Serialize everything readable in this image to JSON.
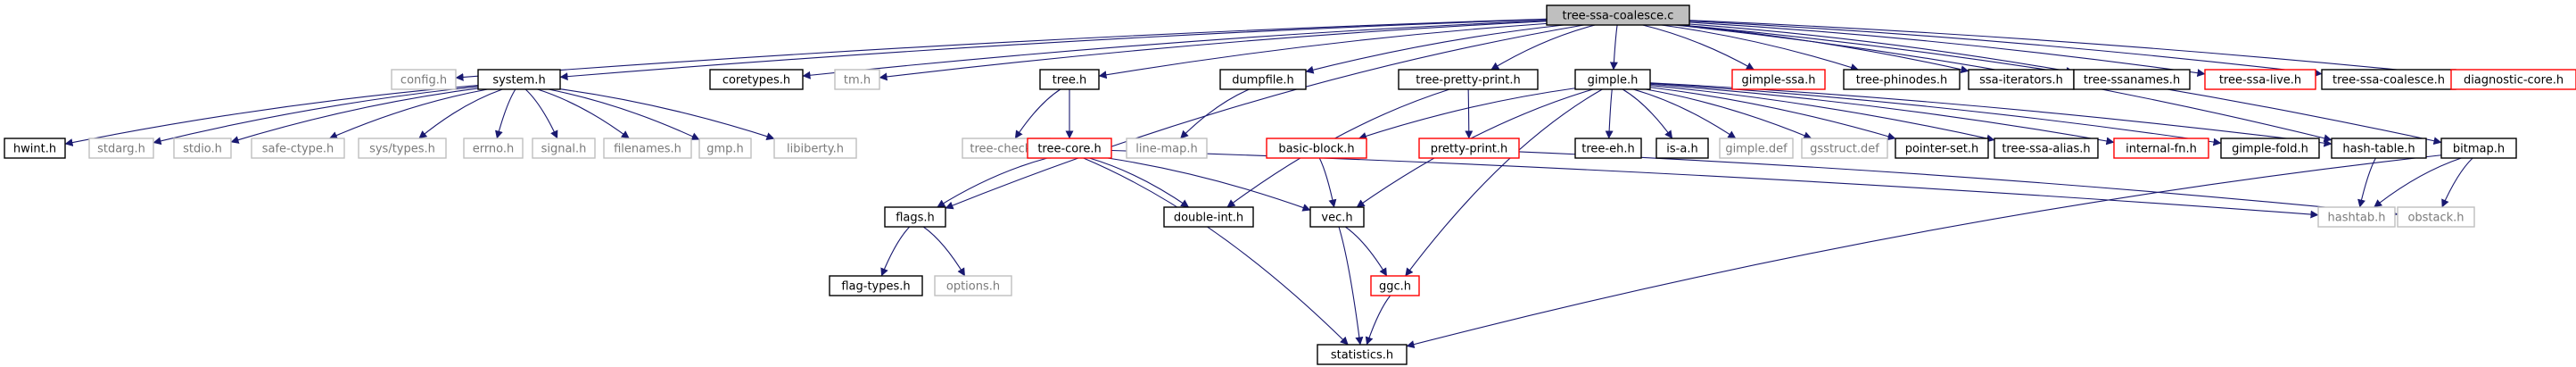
{
  "colors": {
    "edge": "#191970",
    "root_fill": "#bfbfbf",
    "border_black": "#000000",
    "border_red": "#ff0000",
    "border_gray": "#bfbfbf",
    "text_gray": "#7a7a7a"
  },
  "nodes": {
    "tree-ssa-coalesce-c": {
      "label": "tree-ssa-coalesce.c",
      "style": "root"
    },
    "config-h": {
      "label": "config.h",
      "style": "gray"
    },
    "system-h": {
      "label": "system.h",
      "style": "black"
    },
    "coretypes-h": {
      "label": "coretypes.h",
      "style": "black"
    },
    "tm-h": {
      "label": "tm.h",
      "style": "gray"
    },
    "tree-h": {
      "label": "tree.h",
      "style": "black"
    },
    "dumpfile-h": {
      "label": "dumpfile.h",
      "style": "black"
    },
    "tree-pretty-print-h": {
      "label": "tree-pretty-print.h",
      "style": "black"
    },
    "gimple-h": {
      "label": "gimple.h",
      "style": "black"
    },
    "gimple-ssa-h": {
      "label": "gimple-ssa.h",
      "style": "red"
    },
    "tree-phinodes-h": {
      "label": "tree-phinodes.h",
      "style": "black"
    },
    "ssa-iterators-h": {
      "label": "ssa-iterators.h",
      "style": "black"
    },
    "tree-ssanames-h": {
      "label": "tree-ssanames.h",
      "style": "black"
    },
    "tree-ssa-live-h": {
      "label": "tree-ssa-live.h",
      "style": "red"
    },
    "tree-ssa-coalesce-h": {
      "label": "tree-ssa-coalesce.h",
      "style": "black"
    },
    "diagnostic-core-h": {
      "label": "diagnostic-core.h",
      "style": "red"
    },
    "hwint-h": {
      "label": "hwint.h",
      "style": "black"
    },
    "stdarg-h": {
      "label": "stdarg.h",
      "style": "gray"
    },
    "stdio-h": {
      "label": "stdio.h",
      "style": "gray"
    },
    "safe-ctype-h": {
      "label": "safe-ctype.h",
      "style": "gray"
    },
    "sys-types-h": {
      "label": "sys/types.h",
      "style": "gray"
    },
    "errno-h": {
      "label": "errno.h",
      "style": "gray"
    },
    "signal-h": {
      "label": "signal.h",
      "style": "gray"
    },
    "filenames-h": {
      "label": "filenames.h",
      "style": "gray"
    },
    "gmp-h": {
      "label": "gmp.h",
      "style": "gray"
    },
    "libiberty-h": {
      "label": "libiberty.h",
      "style": "gray"
    },
    "tree-check-h": {
      "label": "tree-check.h",
      "style": "gray"
    },
    "tree-core-h": {
      "label": "tree-core.h",
      "style": "red"
    },
    "line-map-h": {
      "label": "line-map.h",
      "style": "gray"
    },
    "basic-block-h": {
      "label": "basic-block.h",
      "style": "red"
    },
    "pretty-print-h": {
      "label": "pretty-print.h",
      "style": "red"
    },
    "tree-eh-h": {
      "label": "tree-eh.h",
      "style": "black"
    },
    "is-a-h": {
      "label": "is-a.h",
      "style": "black"
    },
    "gimple-def": {
      "label": "gimple.def",
      "style": "gray"
    },
    "gsstruct-def": {
      "label": "gsstruct.def",
      "style": "gray"
    },
    "pointer-set-h": {
      "label": "pointer-set.h",
      "style": "black"
    },
    "tree-ssa-alias-h": {
      "label": "tree-ssa-alias.h",
      "style": "black"
    },
    "internal-fn-h": {
      "label": "internal-fn.h",
      "style": "red"
    },
    "gimple-fold-h": {
      "label": "gimple-fold.h",
      "style": "black"
    },
    "hash-table-h": {
      "label": "hash-table.h",
      "style": "black"
    },
    "bitmap-h": {
      "label": "bitmap.h",
      "style": "black"
    },
    "flags-h": {
      "label": "flags.h",
      "style": "black"
    },
    "double-int-h": {
      "label": "double-int.h",
      "style": "black"
    },
    "vec-h": {
      "label": "vec.h",
      "style": "black"
    },
    "hashtab-h": {
      "label": "hashtab.h",
      "style": "gray"
    },
    "obstack-h": {
      "label": "obstack.h",
      "style": "gray"
    },
    "flag-types-h": {
      "label": "flag-types.h",
      "style": "black"
    },
    "options-h": {
      "label": "options.h",
      "style": "gray"
    },
    "ggc-h": {
      "label": "ggc.h",
      "style": "red"
    },
    "statistics-h": {
      "label": "statistics.h",
      "style": "black"
    }
  },
  "edges": [
    [
      "tree-ssa-coalesce-c",
      "config-h"
    ],
    [
      "tree-ssa-coalesce-c",
      "system-h"
    ],
    [
      "tree-ssa-coalesce-c",
      "coretypes-h"
    ],
    [
      "tree-ssa-coalesce-c",
      "tm-h"
    ],
    [
      "tree-ssa-coalesce-c",
      "tree-h"
    ],
    [
      "tree-ssa-coalesce-c",
      "dumpfile-h"
    ],
    [
      "tree-ssa-coalesce-c",
      "tree-pretty-print-h"
    ],
    [
      "tree-ssa-coalesce-c",
      "gimple-h"
    ],
    [
      "tree-ssa-coalesce-c",
      "gimple-ssa-h"
    ],
    [
      "tree-ssa-coalesce-c",
      "tree-phinodes-h"
    ],
    [
      "tree-ssa-coalesce-c",
      "ssa-iterators-h"
    ],
    [
      "tree-ssa-coalesce-c",
      "tree-ssanames-h"
    ],
    [
      "tree-ssa-coalesce-c",
      "tree-ssa-live-h"
    ],
    [
      "tree-ssa-coalesce-c",
      "tree-ssa-coalesce-h"
    ],
    [
      "tree-ssa-coalesce-c",
      "diagnostic-core-h"
    ],
    [
      "tree-ssa-coalesce-c",
      "flags-h"
    ],
    [
      "tree-ssa-coalesce-c",
      "hash-table-h"
    ],
    [
      "tree-ssa-coalesce-c",
      "bitmap-h"
    ],
    [
      "system-h",
      "hwint-h"
    ],
    [
      "system-h",
      "stdarg-h"
    ],
    [
      "system-h",
      "stdio-h"
    ],
    [
      "system-h",
      "safe-ctype-h"
    ],
    [
      "system-h",
      "sys-types-h"
    ],
    [
      "system-h",
      "errno-h"
    ],
    [
      "system-h",
      "signal-h"
    ],
    [
      "system-h",
      "filenames-h"
    ],
    [
      "system-h",
      "gmp-h"
    ],
    [
      "system-h",
      "libiberty-h"
    ],
    [
      "tree-h",
      "tree-check-h"
    ],
    [
      "tree-h",
      "tree-core-h"
    ],
    [
      "dumpfile-h",
      "line-map-h"
    ],
    [
      "tree-pretty-print-h",
      "pretty-print-h"
    ],
    [
      "tree-pretty-print-h",
      "double-int-h"
    ],
    [
      "gimple-h",
      "basic-block-h"
    ],
    [
      "gimple-h",
      "tree-eh-h"
    ],
    [
      "gimple-h",
      "is-a-h"
    ],
    [
      "gimple-h",
      "gimple-def"
    ],
    [
      "gimple-h",
      "gsstruct-def"
    ],
    [
      "gimple-h",
      "pointer-set-h"
    ],
    [
      "gimple-h",
      "tree-ssa-alias-h"
    ],
    [
      "gimple-h",
      "internal-fn-h"
    ],
    [
      "gimple-h",
      "gimple-fold-h"
    ],
    [
      "gimple-h",
      "hash-table-h"
    ],
    [
      "gimple-h",
      "vec-h"
    ],
    [
      "gimple-h",
      "ggc-h"
    ],
    [
      "tree-core-h",
      "flags-h"
    ],
    [
      "tree-core-h",
      "double-int-h"
    ],
    [
      "tree-core-h",
      "vec-h"
    ],
    [
      "tree-core-h",
      "hashtab-h"
    ],
    [
      "tree-core-h",
      "statistics-h"
    ],
    [
      "basic-block-h",
      "vec-h"
    ],
    [
      "pretty-print-h",
      "obstack-h"
    ],
    [
      "hash-table-h",
      "hashtab-h"
    ],
    [
      "bitmap-h",
      "hashtab-h"
    ],
    [
      "bitmap-h",
      "obstack-h"
    ],
    [
      "bitmap-h",
      "statistics-h"
    ],
    [
      "flags-h",
      "flag-types-h"
    ],
    [
      "flags-h",
      "options-h"
    ],
    [
      "vec-h",
      "ggc-h"
    ],
    [
      "vec-h",
      "statistics-h"
    ],
    [
      "ggc-h",
      "statistics-h"
    ]
  ]
}
